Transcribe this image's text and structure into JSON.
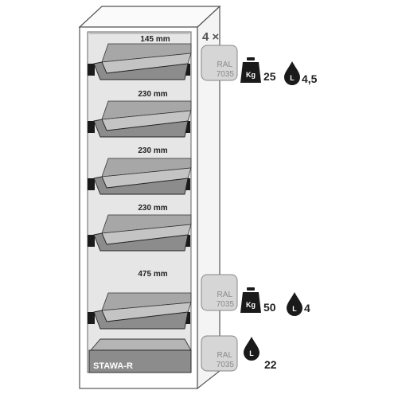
{
  "cabinet": {
    "model": "STAWA-R",
    "drawer_count_label": "4 ×",
    "spacings": [
      "145 mm",
      "230 mm",
      "230 mm",
      "230 mm",
      "475 mm"
    ]
  },
  "specs": [
    {
      "ral": "RAL",
      "ral_code": "7035",
      "weight_badge": "Kg",
      "weight": "25",
      "volume_badge": "L",
      "volume": "4,5"
    },
    {
      "ral": "RAL",
      "ral_code": "7035",
      "weight_badge": "Kg",
      "weight": "50",
      "volume_badge": "L",
      "volume": "4"
    },
    {
      "ral": "RAL",
      "ral_code": "7035",
      "volume_badge": "L",
      "volume": "22"
    }
  ],
  "colors": {
    "interior": "#e6e6e6",
    "drawer": "#8c8c8c",
    "dark": "#1a1a1a",
    "swatch": "#d6d6d6"
  }
}
